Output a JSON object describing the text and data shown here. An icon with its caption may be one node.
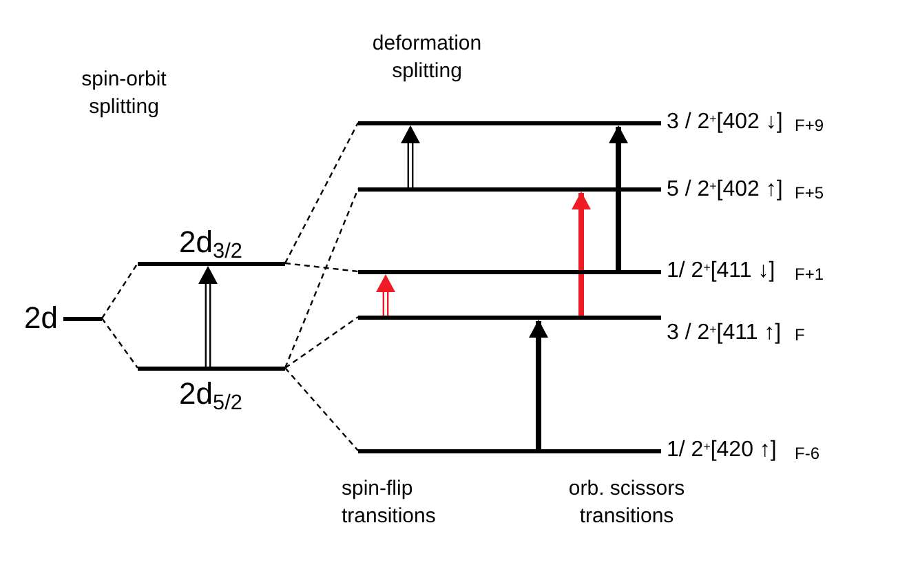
{
  "diagram": {
    "nodes": [
      {
        "text": [],
        "shape": "bar",
        "beside": [
          "2d"
        ]
      },
      {
        "text": [],
        "shape": "bar",
        "beside": [
          "2d$_{3/2}$"
        ]
      },
      {
        "text": [],
        "shape": "bar",
        "beside": [
          "2d$_{5/2}$"
        ]
      },
      {
        "text": [],
        "shape": "bar",
        "beside": [
          "3 / 2$^{+}$[402 ↓]",
          "F+9"
        ]
      },
      {
        "text": [],
        "shape": "bar",
        "beside": [
          "5 / 2$^{+}$[402 ↑]",
          "F+5"
        ]
      },
      {
        "text": [],
        "shape": "bar",
        "beside": [
          "1/ 2$^{+}$[411 ↓]",
          "F+1"
        ]
      },
      {
        "text": [],
        "shape": "bar",
        "beside": [
          "3 / 2$^{+}$[411 ↑]",
          "F"
        ]
      },
      {
        "text": [],
        "shape": "bar",
        "beside": [
          "1/ 2$^{+}$[420 ↑]",
          "F-6"
        ]
      }
    ],
    "edges": [
      {
        "from": 0,
        "to": 1,
        "arrow": "none",
        "style": "dashed"
      },
      {
        "from": 0,
        "to": 2,
        "arrow": "none",
        "style": "dashed"
      },
      {
        "from": 1,
        "to": 3,
        "arrow": "none",
        "style": "dashed"
      },
      {
        "from": 1,
        "to": 5,
        "arrow": "none",
        "style": "dashed"
      },
      {
        "from": 2,
        "to": 4,
        "arrow": "none",
        "style": "dashed"
      },
      {
        "from": 2,
        "to": 6,
        "arrow": "none",
        "style": "dashed"
      },
      {
        "from": 2,
        "to": 7,
        "arrow": "none",
        "style": "dashed"
      },
      {
        "from": 2,
        "to": 1,
        "arrow": "to"
      },
      {
        "from": 6,
        "to": 5,
        "arrow": "to",
        "color": "#ee1c25"
      },
      {
        "from": 4,
        "to": 3,
        "arrow": "to"
      },
      {
        "from": 7,
        "to": 6,
        "arrow": "to",
        "style": "thick"
      },
      {
        "from": 6,
        "to": 4,
        "arrow": "to",
        "style": "thick",
        "color": "#ee1c25"
      },
      {
        "from": 5,
        "to": 3,
        "arrow": "to",
        "style": "thick"
      }
    ],
    "labels": [
      "spin-orbit splitting",
      "deformation splitting",
      "spin-flip transitions",
      "orb. scissors transitions"
    ]
  }
}
